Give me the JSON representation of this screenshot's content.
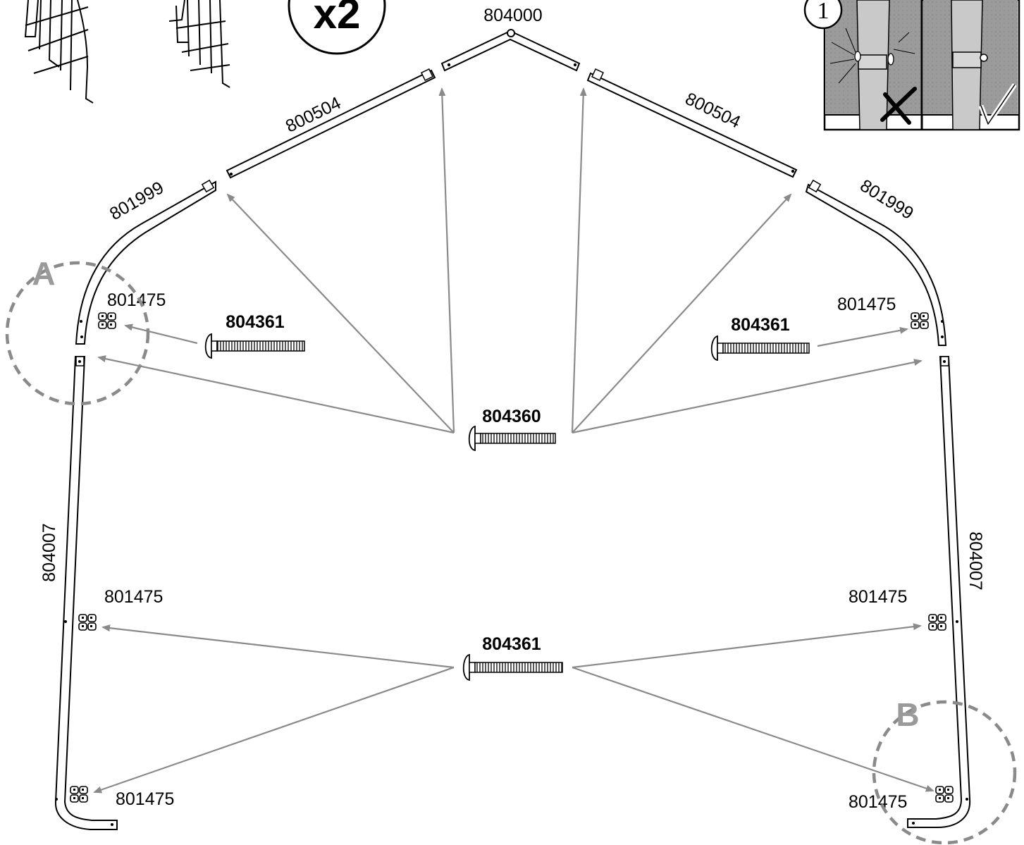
{
  "quantity_badge": "x2",
  "step_number": "1",
  "labels": {
    "top_center": "804000",
    "left_upper_rail": "800504",
    "right_upper_rail": "800504",
    "left_elbow": "801999",
    "right_elbow": "801999",
    "left_leg": "804007",
    "right_leg": "804007",
    "nut_left_upper": "801475",
    "nut_right_upper": "801475",
    "nut_left_mid": "801475",
    "nut_right_mid": "801475",
    "nut_left_bottom": "801475",
    "nut_right_bottom": "801475"
  },
  "bolts": {
    "left_upper": "804361",
    "right_upper": "804361",
    "center": "804360",
    "lower": "804361"
  },
  "callouts": {
    "a": "A",
    "b": "B"
  },
  "inset": {
    "wrong_icon": "cross-mark-icon",
    "right_icon": "check-mark-icon"
  },
  "colors": {
    "arrow": "#8a8a8a",
    "callout": "#9a9a9a",
    "inset_fabric": "#9b9b9b",
    "inset_pole": "#c9c9c9"
  }
}
